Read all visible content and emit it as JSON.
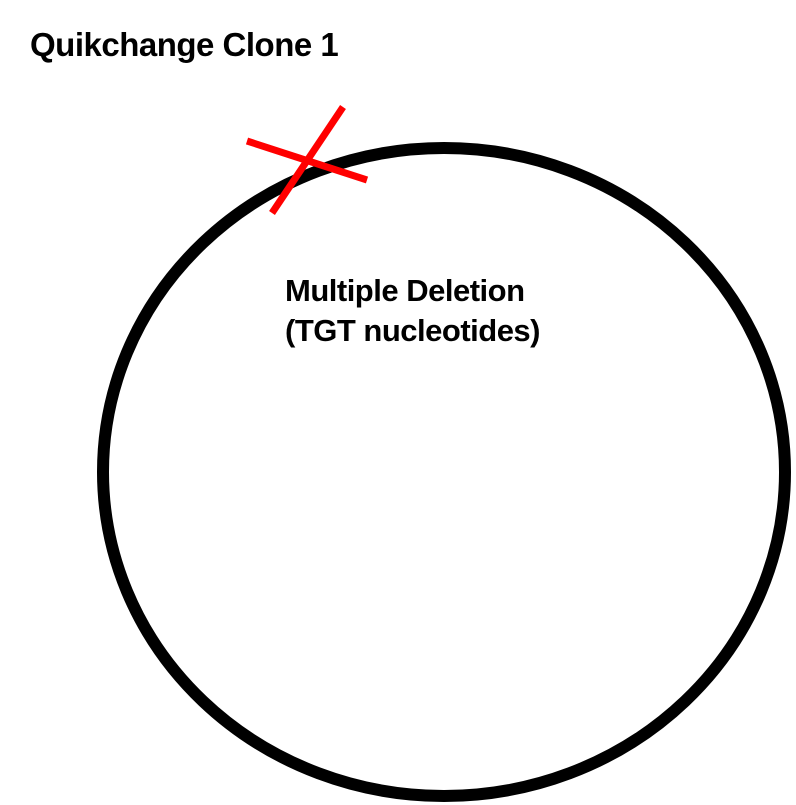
{
  "title": "Quikchange Clone 1",
  "annotation": {
    "line1": "Multiple Deletion",
    "line2": "(TGT nucleotides)"
  },
  "colors": {
    "plasmid": "#000000",
    "mark": "#ff0000"
  }
}
